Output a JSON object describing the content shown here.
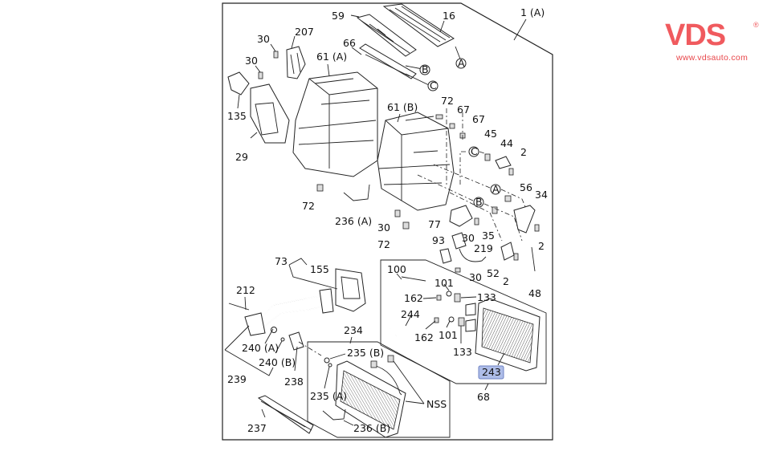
{
  "diagram": {
    "title": "Heater / A/C unit exploded parts diagram",
    "highlight_color": "#aebde8",
    "selected_callout": "243",
    "callouts": [
      {
        "id": "c-1A",
        "text": "1 (A)"
      },
      {
        "id": "c-59",
        "text": "59"
      },
      {
        "id": "c-16",
        "text": "16"
      },
      {
        "id": "c-207",
        "text": "207"
      },
      {
        "id": "c-30a",
        "text": "30"
      },
      {
        "id": "c-30b",
        "text": "30"
      },
      {
        "id": "c-66",
        "text": "66"
      },
      {
        "id": "c-61A",
        "text": "61 (A)"
      },
      {
        "id": "c-135",
        "text": "135"
      },
      {
        "id": "c-29",
        "text": "29"
      },
      {
        "id": "c-61B",
        "text": "61 (B)"
      },
      {
        "id": "c-72a",
        "text": "72"
      },
      {
        "id": "c-67a",
        "text": "67"
      },
      {
        "id": "c-67b",
        "text": "67"
      },
      {
        "id": "c-45",
        "text": "45"
      },
      {
        "id": "c-44",
        "text": "44"
      },
      {
        "id": "c-2a",
        "text": "2"
      },
      {
        "id": "c-56",
        "text": "56"
      },
      {
        "id": "c-34",
        "text": "34"
      },
      {
        "id": "c-72b",
        "text": "72"
      },
      {
        "id": "c-236A",
        "text": "236 (A)"
      },
      {
        "id": "c-30c",
        "text": "30"
      },
      {
        "id": "c-72c",
        "text": "72"
      },
      {
        "id": "c-77",
        "text": "77"
      },
      {
        "id": "c-30d",
        "text": "30"
      },
      {
        "id": "c-35",
        "text": "35"
      },
      {
        "id": "c-2b",
        "text": "2"
      },
      {
        "id": "c-93",
        "text": "93"
      },
      {
        "id": "c-219",
        "text": "219"
      },
      {
        "id": "c-30e",
        "text": "30"
      },
      {
        "id": "c-52",
        "text": "52"
      },
      {
        "id": "c-2c",
        "text": "2"
      },
      {
        "id": "c-48",
        "text": "48"
      },
      {
        "id": "c-73",
        "text": "73"
      },
      {
        "id": "c-155",
        "text": "155"
      },
      {
        "id": "c-212",
        "text": "212"
      },
      {
        "id": "c-240A",
        "text": "240 (A)"
      },
      {
        "id": "c-240B",
        "text": "240 (B)"
      },
      {
        "id": "c-239",
        "text": "239"
      },
      {
        "id": "c-238",
        "text": "238"
      },
      {
        "id": "c-234",
        "text": "234"
      },
      {
        "id": "c-235B",
        "text": "235 (B)"
      },
      {
        "id": "c-235A",
        "text": "235 (A)"
      },
      {
        "id": "c-NSS",
        "text": "NSS"
      },
      {
        "id": "c-237",
        "text": "237"
      },
      {
        "id": "c-236B",
        "text": "236 (B)"
      },
      {
        "id": "c-100",
        "text": "100"
      },
      {
        "id": "c-101a",
        "text": "101"
      },
      {
        "id": "c-162a",
        "text": "162"
      },
      {
        "id": "c-133a",
        "text": "133"
      },
      {
        "id": "c-244",
        "text": "244"
      },
      {
        "id": "c-162b",
        "text": "162"
      },
      {
        "id": "c-101b",
        "text": "101"
      },
      {
        "id": "c-133b",
        "text": "133"
      },
      {
        "id": "c-243",
        "text": "243"
      },
      {
        "id": "c-68",
        "text": "68"
      }
    ],
    "reference_markers": [
      {
        "id": "m-A1",
        "text": "A"
      },
      {
        "id": "m-B1",
        "text": "B"
      },
      {
        "id": "m-C1",
        "text": "C"
      },
      {
        "id": "m-C2",
        "text": "C"
      },
      {
        "id": "m-A2",
        "text": "A"
      },
      {
        "id": "m-B2",
        "text": "B"
      }
    ]
  },
  "branding": {
    "logo_text": "VDS",
    "registered_mark": "®",
    "website": "www.vdsauto.com",
    "brand_color": "#f05a5e"
  }
}
